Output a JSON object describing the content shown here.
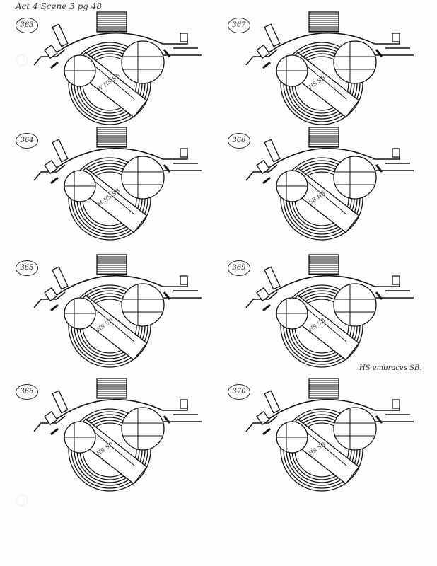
{
  "title": "Act 4 Scene 3 pg 48",
  "note": "HS embraces SB.",
  "cues": [
    {
      "number": "363",
      "label": "W  HS SB"
    },
    {
      "number": "364",
      "label": "M  HS SB"
    },
    {
      "number": "365",
      "label": "HS SB"
    },
    {
      "number": "366",
      "label": "HS SB"
    },
    {
      "number": "367",
      "label": "HS SB"
    },
    {
      "number": "368",
      "label": "SB HS"
    },
    {
      "number": "369",
      "label": "HS SB"
    },
    {
      "number": "370",
      "label": "HS SB"
    }
  ]
}
